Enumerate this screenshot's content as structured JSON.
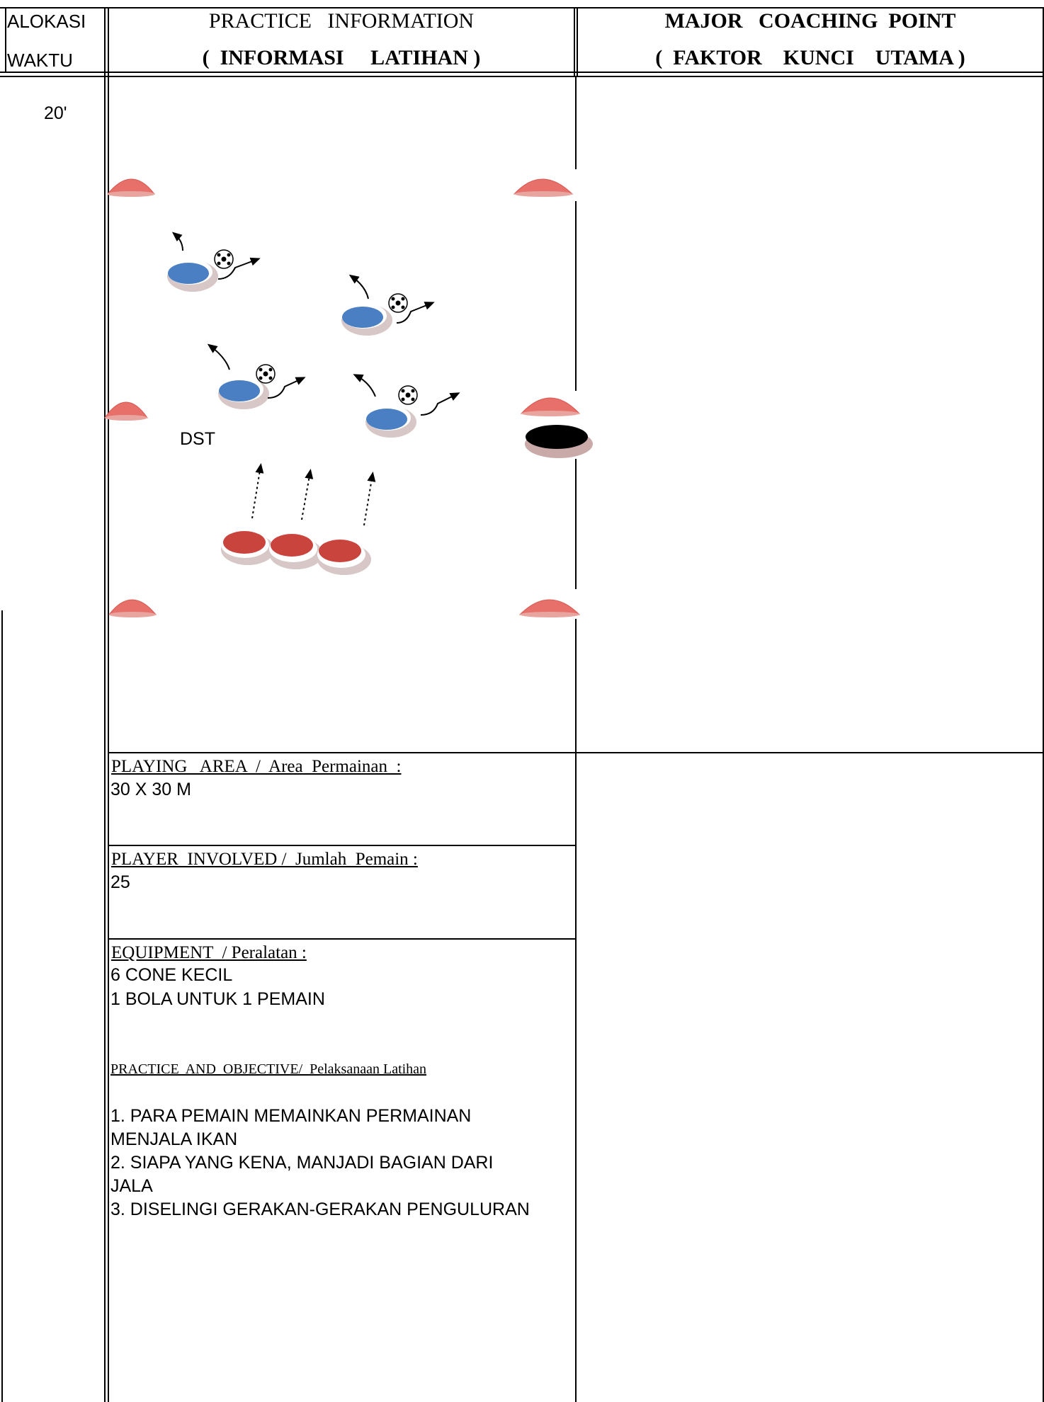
{
  "header": {
    "col1_line1": "ALOKASI",
    "col1_line2": "WAKTU",
    "col2_line1": "PRACTICE   INFORMATION",
    "col2_line2": "(  INFORMASI     LATIHAN )",
    "col3_line1": "MAJOR   COACHING  POINT",
    "col3_line2": "(  FAKTOR    KUNCI    UTAMA )"
  },
  "time_allocation": "20'",
  "diagram": {
    "label": "DST",
    "cone_color": "#e8706a",
    "attacker_color": "#4a7fc4",
    "defender_color": "#c8443d",
    "goal_color": "#000000",
    "cones": [
      "cone-top-left",
      "cone-top-right",
      "cone-mid-left",
      "cone-mid-right",
      "cone-bottom-left",
      "cone-bottom-right"
    ]
  },
  "info": {
    "playing_area_label": "PLAYING   AREA  /  Area  Permainan  :",
    "playing_area_value": "30 X 30 M",
    "players_label": "PLAYER  INVOLVED /  Jumlah  Pemain :",
    "players_value": "25",
    "equipment_label": "EQUIPMENT  / Peralatan :",
    "equipment_items": [
      "6 CONE KECIL",
      "1 BOLA UNTUK 1 PEMAIN"
    ],
    "practice_label": "PRACTICE  AND  OBJECTIVE/  Pelaksanaan Latihan",
    "practice_steps": [
      "1. PARA PEMAIN MEMAINKAN PERMAINAN",
      "MENJALA IKAN",
      "2. SIAPA YANG KENA, MANJADI BAGIAN DARI",
      "JALA",
      "3. DISELINGI GERAKAN-GERAKAN PENGULURAN"
    ]
  }
}
